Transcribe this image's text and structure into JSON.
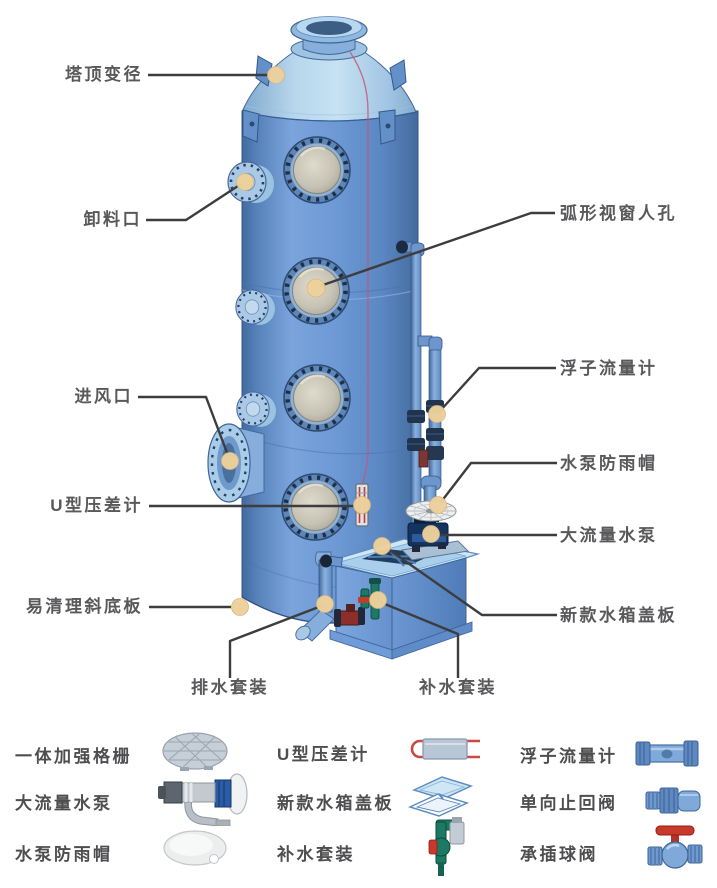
{
  "callouts": {
    "top_reducer": "塔顶变径",
    "discharge_port": "卸料口",
    "air_inlet": "进风口",
    "u_gauge": "U型压差计",
    "sloped_bottom": "易清理斜底板",
    "manhole": "弧形视窗人孔",
    "flowmeter": "浮子流量计",
    "pump_cap": "水泵防雨帽",
    "pump": "大流量水泵",
    "tank_cover": "新款水箱盖板",
    "drain_kit": "排水套装",
    "refill_kit": "补水套装"
  },
  "legend": {
    "items": [
      {
        "label": "一体加强格栅",
        "icon": "grille-disc-icon"
      },
      {
        "label": "U型压差计",
        "icon": "u-tube-gauge-icon"
      },
      {
        "label": "浮子流量计",
        "icon": "float-flowmeter-icon"
      },
      {
        "label": "大流量水泵",
        "icon": "pump-icon"
      },
      {
        "label": "新款水箱盖板",
        "icon": "tank-cover-icon"
      },
      {
        "label": "单向止回阀",
        "icon": "check-valve-icon"
      },
      {
        "label": "水泵防雨帽",
        "icon": "rain-cap-icon"
      },
      {
        "label": "补水套装",
        "icon": "refill-kit-icon"
      },
      {
        "label": "承插球阀",
        "icon": "ball-valve-icon"
      }
    ]
  },
  "colors": {
    "tower_blue": "#6c98d4",
    "cone_blue": "#b7d7ec",
    "glass": "#c7c3b4",
    "callout_dot": "#edd19c",
    "leader_line": "#3d3d3f",
    "seam_red": "#c9557a",
    "tank_top": "#bfe0f2",
    "valve_green": "#1c7a64",
    "valve_red": "#c8392c"
  }
}
